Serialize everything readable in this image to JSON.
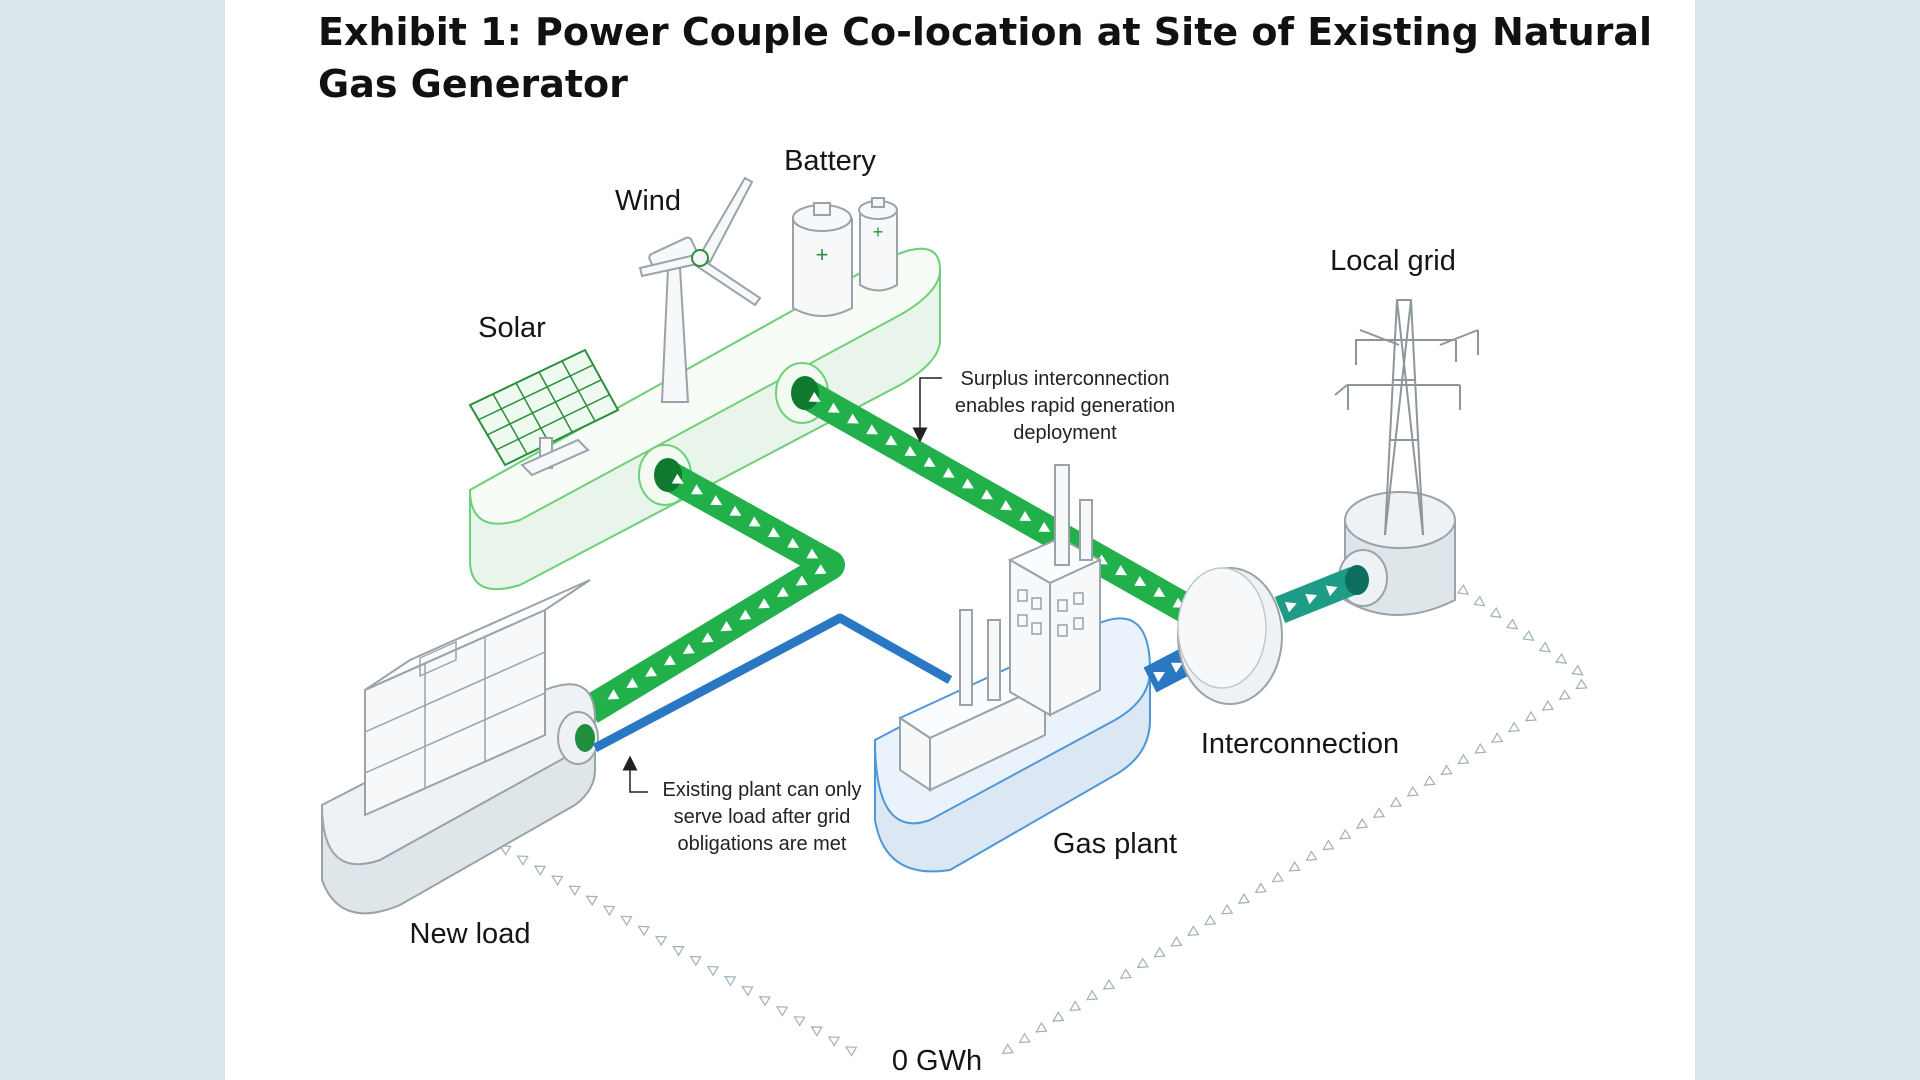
{
  "title": "Exhibit 1: Power Couple Co-location at Site of Existing Natural Gas Generator",
  "nodes": {
    "solar": "Solar",
    "wind": "Wind",
    "battery": "Battery",
    "local_grid": "Local grid",
    "interconnection": "Interconnection",
    "gas_plant": "Gas plant",
    "new_load": "New load"
  },
  "annotations": {
    "surplus_line1": "Surplus interconnection",
    "surplus_line2": "enables rapid generation",
    "surplus_line3": "deployment",
    "existing_line1": "Existing plant can only",
    "existing_line2": "serve load after grid",
    "existing_line3": "obligations are met"
  },
  "flow_label": "0 GWh",
  "colors": {
    "renewable_flow": "#22b04a",
    "gas_flow": "#2a78c4",
    "grid_flow": "#1f9c86",
    "inactive_flow": "#9fb0bc",
    "background": "#dbe5ec"
  }
}
